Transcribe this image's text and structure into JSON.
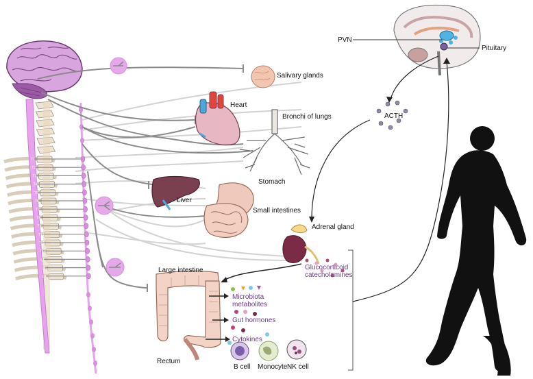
{
  "labels": {
    "pvn": "PVN",
    "pituitary": "Pituitary",
    "acth": "ACTH",
    "salivary": "Salivary glands",
    "heart": "Heart",
    "bronchi": "Bronchi of lungs",
    "stomach": "Stomach",
    "liver": "Liver",
    "small_intestines": "Small intestines",
    "adrenal": "Adrenal gland",
    "glucocorticoid": "Glucocorticoid",
    "catecholamines": "catecholamines",
    "large_intestine": "Large intestine",
    "microbiota": "Microbiota",
    "metabolites": "metabolites",
    "gut_hormones": "Gut hormones",
    "cytokines": "Cytokines",
    "rectum": "Rectum",
    "b_cell": "B cell",
    "monocyte": "Monocyte",
    "nk_cell": "NK cell"
  },
  "vertebrae": [
    "T1",
    "T2",
    "T3",
    "T4",
    "T5",
    "T6",
    "T7",
    "T8",
    "T9",
    "T10",
    "T11",
    "T12",
    "L1",
    "L2",
    "L3"
  ],
  "colors": {
    "nerve_pink": "#e2a6ea",
    "ganglion": "#d98fe0",
    "brain": "#d9a5df",
    "nerve_gray": "#8a8a8a",
    "nerve_light": "#cfcfcf",
    "purple_text": "#6b3a8c",
    "runner": "#111111"
  },
  "icons": [
    "brain-icon",
    "spinal-cord-icon",
    "heart-icon",
    "lungs-icon",
    "liver-icon",
    "stomach-icon",
    "small-intestine-icon",
    "adrenal-gland-icon",
    "large-intestine-icon",
    "runner-silhouette-icon",
    "brain-section-icon"
  ]
}
